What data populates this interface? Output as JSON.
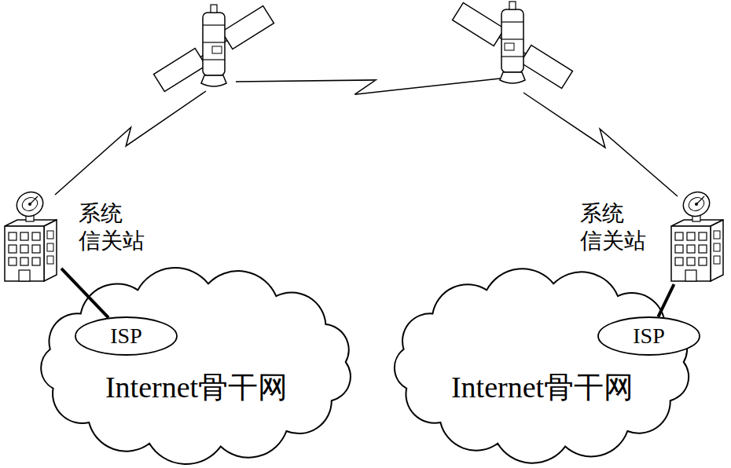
{
  "diagram": {
    "nodes": [
      {
        "text": [
          "系统 信关站"
        ]
      },
      {
        "text": [
          "Internet骨干网"
        ]
      },
      {
        "text": [
          "ISP"
        ],
        "in": 1
      },
      {
        "text": [
          "系统 信关站"
        ]
      },
      {
        "text": [
          "Internet骨干网"
        ]
      },
      {
        "text": [
          "ISP"
        ],
        "in": 4
      }
    ],
    "edges": [
      {
        "from": 0,
        "to": 2,
        "arrow": "none"
      },
      {
        "from": 3,
        "to": 5,
        "arrow": "none"
      }
    ]
  }
}
